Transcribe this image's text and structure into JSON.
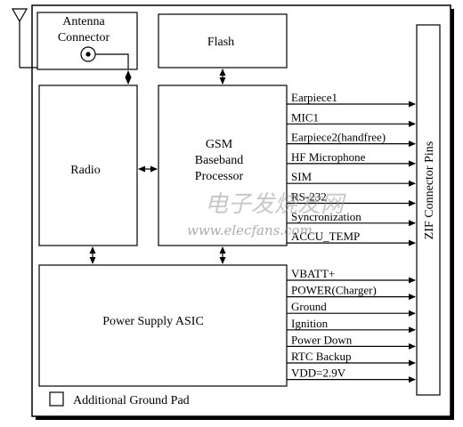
{
  "blocks": {
    "antenna_connector": [
      "Antenna",
      "Connector"
    ],
    "flash": "Flash",
    "radio": "Radio",
    "gsm": [
      "GSM",
      "Baseband",
      "Processor"
    ],
    "power_supply": "Power Supply ASIC",
    "zif": "ZIF Connector Pins"
  },
  "signals": {
    "upper": [
      "Earpiece1",
      "MIC1",
      "Earpiece2(handfree)",
      "HF Microphone",
      "SIM",
      "RS-232",
      "Syncronization",
      "ACCU_TEMP"
    ],
    "lower": [
      "VBATT+",
      "POWER(Charger)",
      "Ground",
      "Ignition",
      "Power Down",
      "RTC Backup",
      "VDD=2.9V"
    ]
  },
  "legend": {
    "ground_pad": "Additional Ground Pad"
  },
  "watermark": {
    "chinese": "电子发烧友网",
    "url": "www.elecfans.com"
  }
}
